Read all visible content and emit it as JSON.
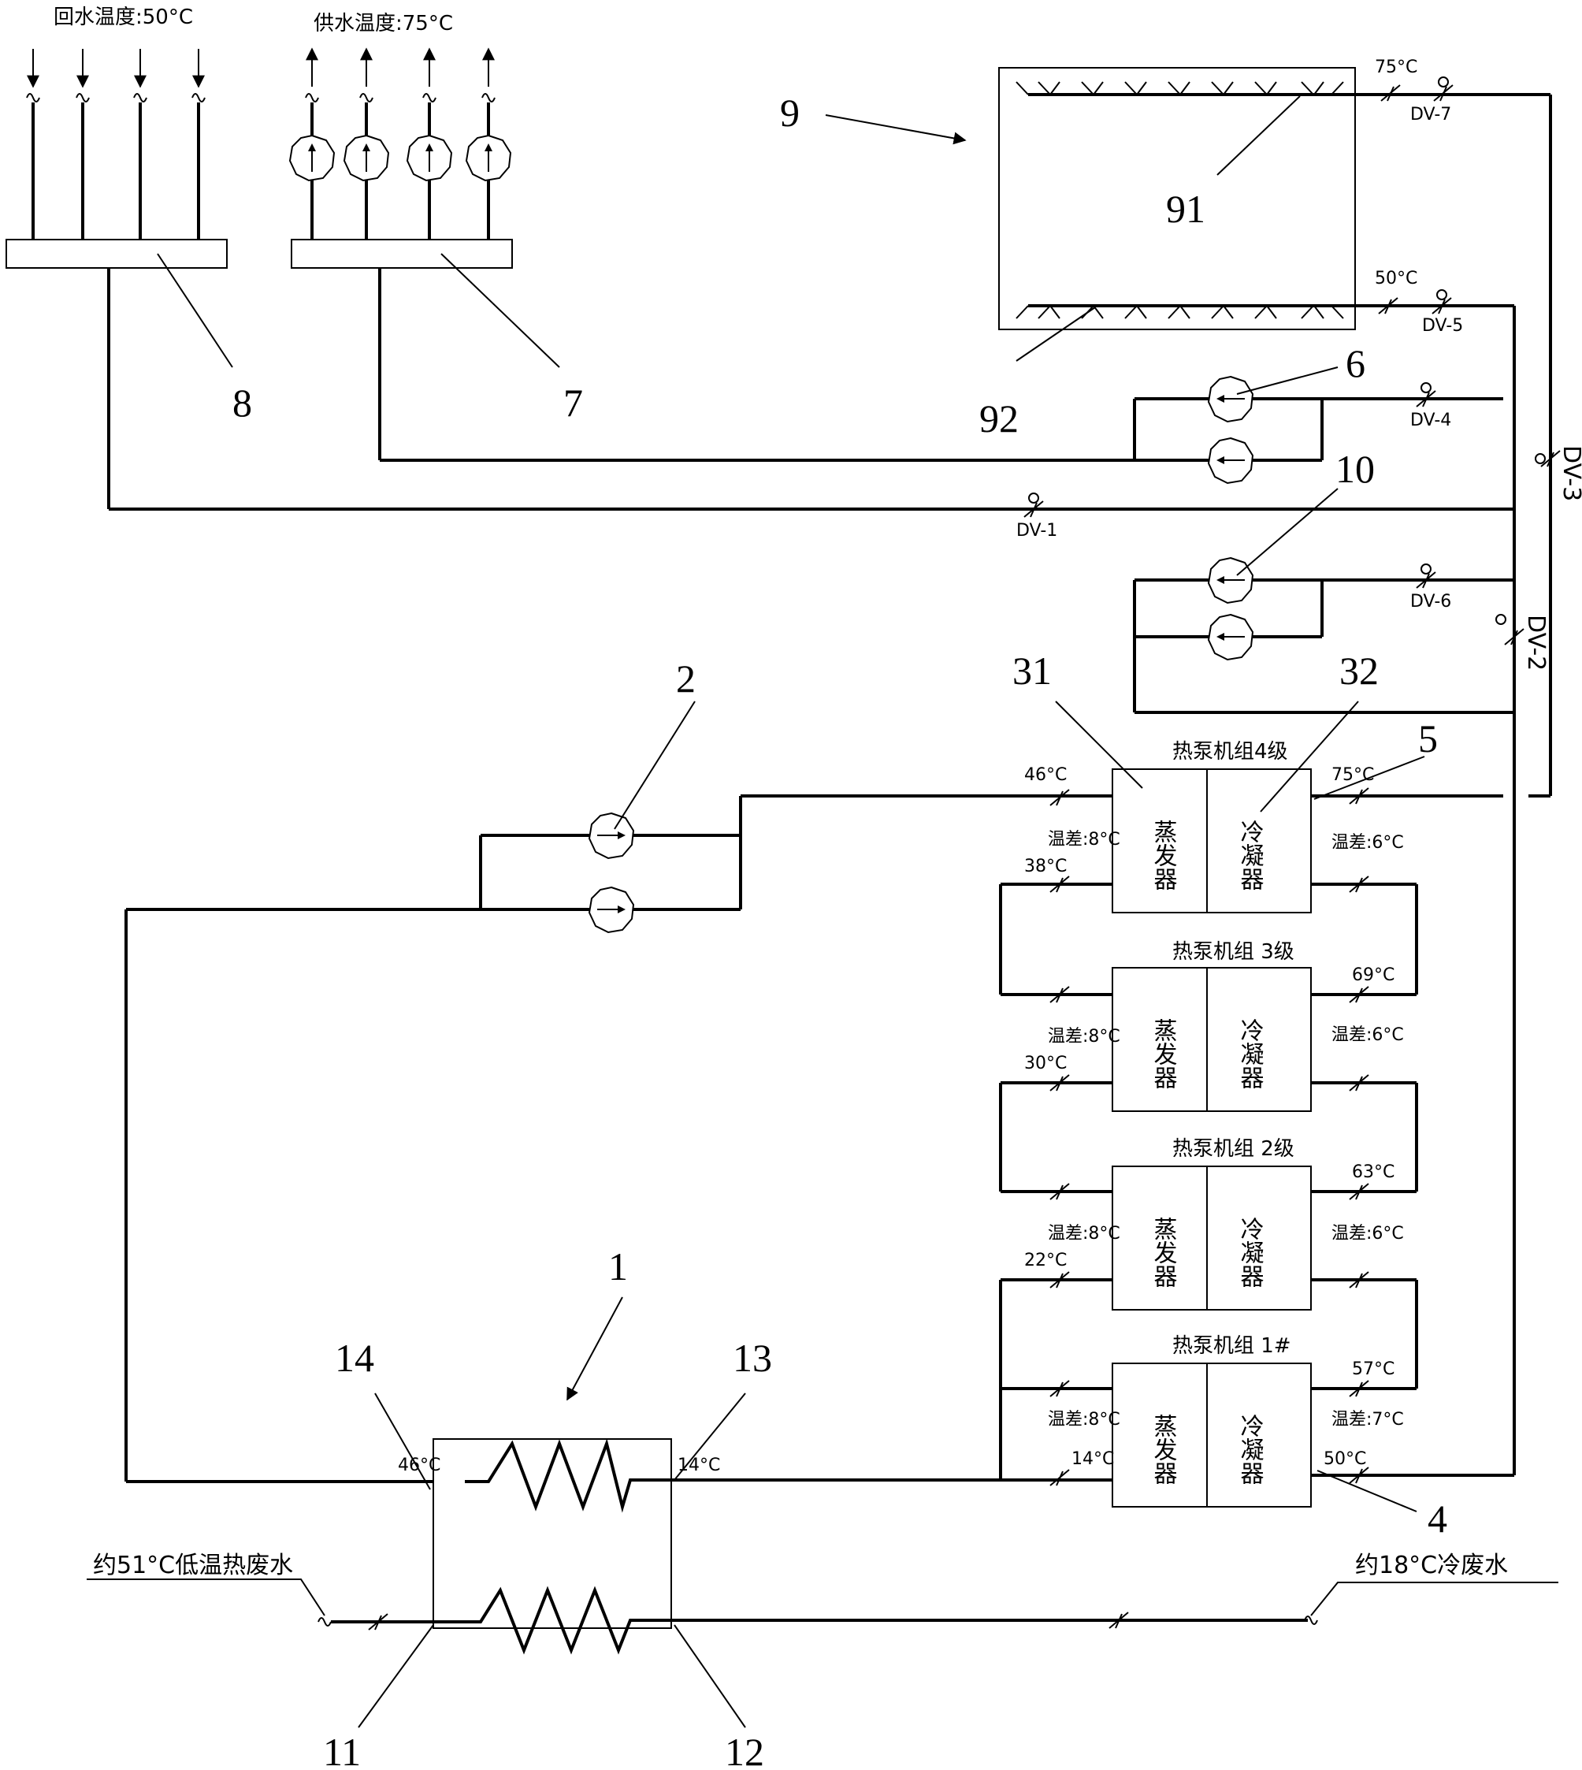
{
  "header": {
    "return_temp": "回水温度:50°C",
    "supply_temp": "供水温度:75°C"
  },
  "numbers": {
    "n1": "1",
    "n2": "2",
    "n4": "4",
    "n5": "5",
    "n6": "6",
    "n7": "7",
    "n8": "8",
    "n9": "9",
    "n10": "10",
    "n11": "11",
    "n12": "12",
    "n13": "13",
    "n14": "14",
    "n31": "31",
    "n32": "32",
    "n91": "91",
    "n92": "92"
  },
  "valves": {
    "dv1": "DV-1",
    "dv2": "DV-2",
    "dv3": "DV-3",
    "dv4": "DV-4",
    "dv5": "DV-5",
    "dv6": "DV-6",
    "dv7": "DV-7"
  },
  "temps": {
    "tank_top": "75°C",
    "tank_bottom": "50°C",
    "u4_in": "46°C",
    "u4_out": "75°C",
    "u4_evap_in": "38°C",
    "u3_out": "69°C",
    "u3_evap_in": "30°C",
    "u2_out": "63°C",
    "u2_evap_in": "22°C",
    "u1_out": "57°C",
    "u1_evap_in": "14°C",
    "u1_cond_in": "50°C",
    "hx_hot_out": "46°C",
    "hx_cold_out": "14°C",
    "diff_evap": "温差:8°C",
    "diff_cond": "温差:6°C",
    "diff_cond_1": "温差:7°C"
  },
  "units": {
    "unit4": "热泵机组4级",
    "unit3": "热泵机组 3级",
    "unit2": "热泵机组 2级",
    "unit1": "热泵机组 1#",
    "evaporator": "蒸发器",
    "condenser": "冷凝器"
  },
  "waste": {
    "hot": "约51°C低温热废水",
    "cold": "约18°C冷废水"
  }
}
